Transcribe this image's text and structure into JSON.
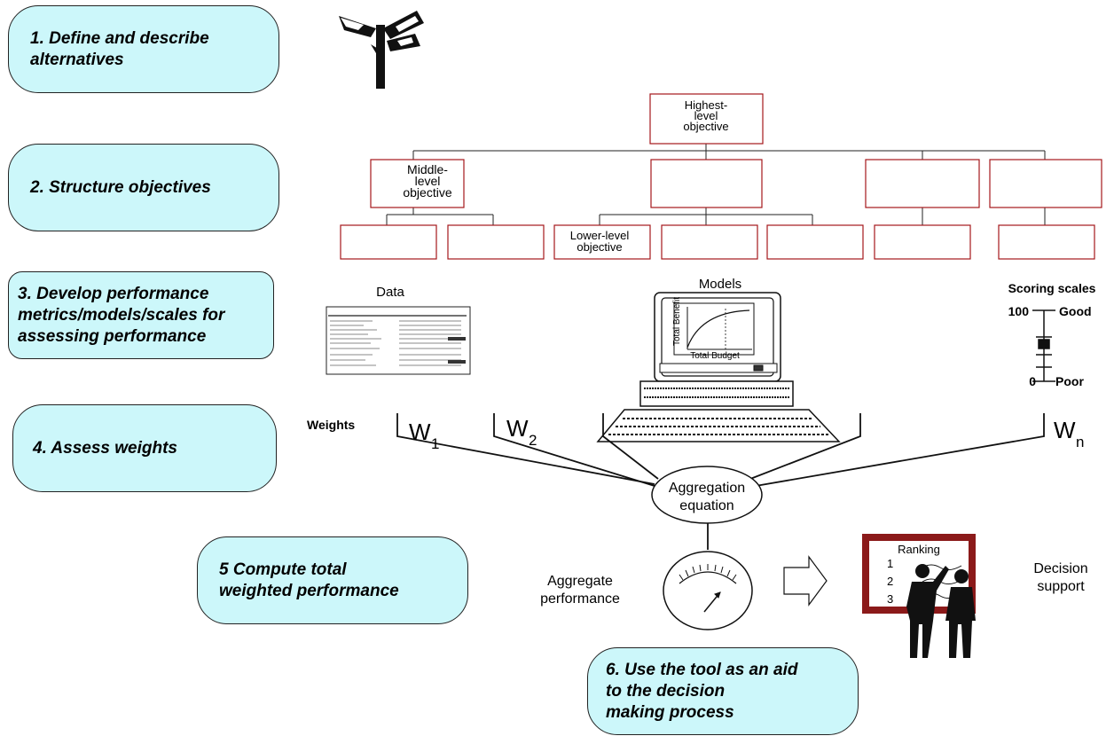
{
  "steps": [
    {
      "id": "s1",
      "text": "1.  Define and describe\n     alternatives"
    },
    {
      "id": "s2",
      "text": "2.  Structure objectives"
    },
    {
      "id": "s3",
      "text": "3. Develop performance\nmetrics/models/scales for\nassessing performance"
    },
    {
      "id": "s4",
      "text": "4.  Assess weights"
    },
    {
      "id": "s5",
      "text": "5  Compute total\n    weighted performance"
    },
    {
      "id": "s6",
      "text": "6.  Use the tool as an aid\n     to the decision\n     making process"
    }
  ],
  "hierarchy": {
    "top": "Highest-\nlevel\nobjective",
    "middle": "Middle-\nlevel\nobjective",
    "lower": "Lower-level\nobjective"
  },
  "labels": {
    "data": "Data",
    "models": "Models",
    "scoring_scales": "Scoring scales",
    "weights": "Weights",
    "aggregation": "Aggregation\nequation",
    "aggregate_performance": "Aggregate\nperformance",
    "ranking": "Ranking",
    "decision_support": "Decision\nsupport"
  },
  "scale": {
    "top_value": "100",
    "top_label": "Good",
    "bottom_value": "0",
    "bottom_label": "Poor"
  },
  "model_chart": {
    "y_label": "Total Benefit",
    "x_label": "Total Budget"
  },
  "weights": [
    {
      "base": "W",
      "sub": "1"
    },
    {
      "base": "W",
      "sub": "2"
    },
    {
      "base": "W",
      "sub": "n"
    }
  ],
  "ranking_items": [
    "1",
    "2",
    "3"
  ],
  "colors": {
    "step_fill": "#ccf7fa",
    "objective_border": "#a5171b",
    "frame": "#8b1a1a"
  }
}
